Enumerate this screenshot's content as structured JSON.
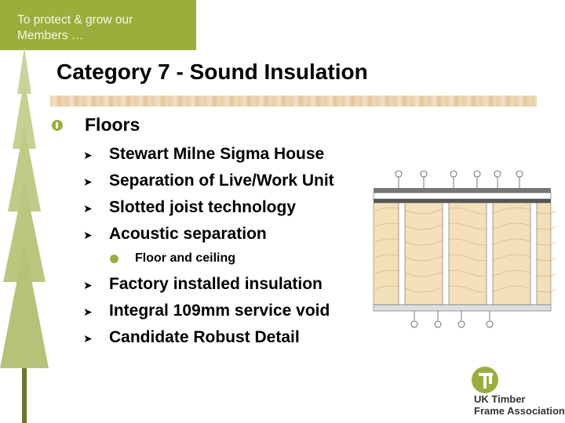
{
  "header": {
    "tagline": "To protect & grow our\nMembers …"
  },
  "slide": {
    "title": "Category 7 - Sound Insulation",
    "section": "Floors",
    "bullets_top": [
      "Stewart Milne Sigma House",
      "Separation of Live/Work Unit",
      "Slotted joist technology",
      "Acoustic separation"
    ],
    "sub_bullet": "Floor and ceiling",
    "bullets_bottom": [
      "Factory installed insulation",
      "Integral 109mm service void",
      "Candidate Robust Detail"
    ]
  },
  "logo": {
    "line1": "UK Timber",
    "line2": "Frame Association"
  },
  "colors": {
    "accent": "#9aae3c",
    "wood": "#ead5ae",
    "insulation": "#f3dfb8"
  },
  "icons": {
    "bullet": "logo-bullet-icon",
    "arrow": "arrow-bullet-icon"
  }
}
